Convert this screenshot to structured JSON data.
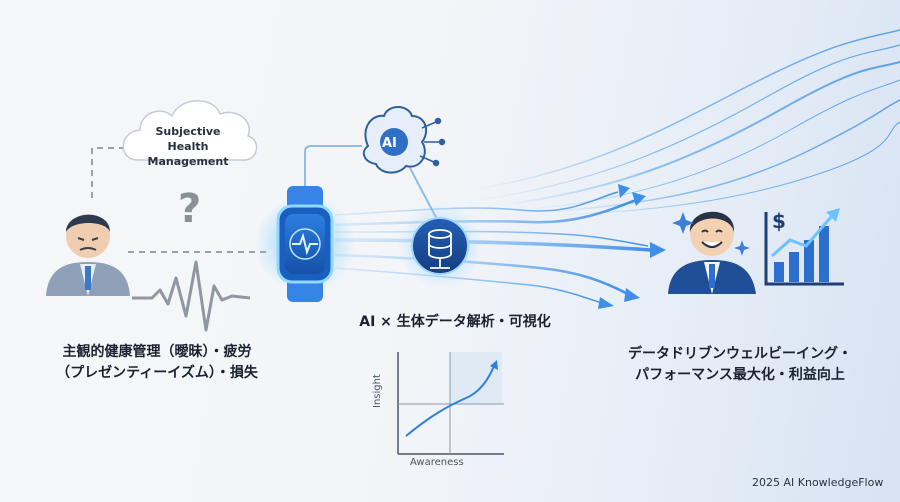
{
  "cloud": {
    "line1": "Subjective",
    "line2": "Health Management"
  },
  "question_mark": "?",
  "left_caption": {
    "line1": "主観的健康管理（曖昧）・疲労",
    "line2": "（プレゼンティーイズム）・損失"
  },
  "ai_label": "AI",
  "center_caption": "AI × 生体データ解析・可視化",
  "right_caption": {
    "line1": "データドリブンウェルビーイング・",
    "line2": "パフォーマンス最大化・利益向上"
  },
  "mini_chart": {
    "ylabel": "Insight",
    "xlabel": "Awareness"
  },
  "chart_symbol": "$",
  "credit": "2025 AI KnowledgeFlow",
  "colors": {
    "accent": "#2f7fe0",
    "glow": "#5fb3f5",
    "dark": "#1d3f78"
  }
}
